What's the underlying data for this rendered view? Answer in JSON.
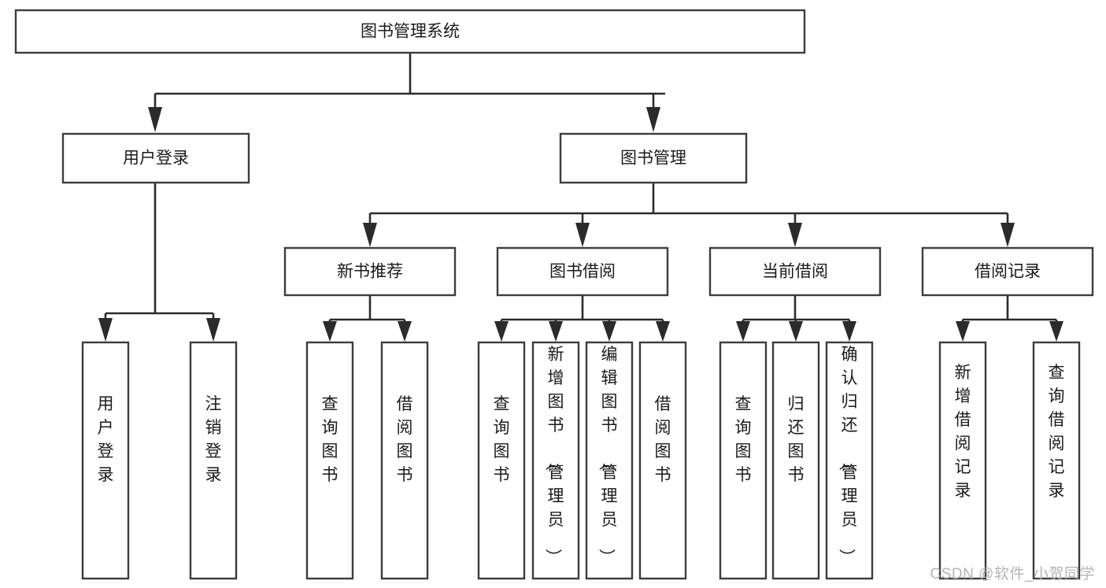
{
  "diagram": {
    "kind": "function-structure-tree",
    "root": {
      "id": "root",
      "label": "图书管理系统"
    },
    "level2": [
      {
        "id": "user-login",
        "label": "用户登录"
      },
      {
        "id": "book-management",
        "label": "图书管理"
      }
    ],
    "level3": [
      {
        "id": "new-book-recommend",
        "label": "新书推荐",
        "parent": "book-management"
      },
      {
        "id": "book-borrow",
        "label": "图书借阅",
        "parent": "book-management"
      },
      {
        "id": "current-borrow",
        "label": "当前借阅",
        "parent": "book-management"
      },
      {
        "id": "borrow-record",
        "label": "借阅记录",
        "parent": "book-management"
      }
    ],
    "leaves": {
      "user-login": [
        {
          "id": "leaf-user-login",
          "label": "用户登录"
        },
        {
          "id": "leaf-logout-login",
          "label": "注销登录"
        }
      ],
      "new-book-recommend": [
        {
          "id": "leaf-query-book-1",
          "label": "查询图书"
        },
        {
          "id": "leaf-borrow-book-1",
          "label": "借阅图书"
        }
      ],
      "book-borrow": [
        {
          "id": "leaf-query-book-2",
          "label": "查询图书"
        },
        {
          "id": "leaf-add-book",
          "label": "新增图书（管理员）"
        },
        {
          "id": "leaf-edit-book",
          "label": "编辑图书（管理员）"
        },
        {
          "id": "leaf-borrow-book-2",
          "label": "借阅图书"
        }
      ],
      "current-borrow": [
        {
          "id": "leaf-query-book-3",
          "label": "查询图书"
        },
        {
          "id": "leaf-return-book",
          "label": "归还图书"
        },
        {
          "id": "leaf-confirm-return",
          "label": "确认归还（管理员）"
        }
      ],
      "borrow-record": [
        {
          "id": "leaf-add-record",
          "label": "新增借阅记录"
        },
        {
          "id": "leaf-query-record",
          "label": "查询借阅记录"
        }
      ]
    },
    "colors": {
      "box_stroke": "#3c3c3c",
      "box_fill": "#ffffff",
      "connector": "#2b2b2b",
      "text": "#1a1a1a",
      "watermark": "#b4b4b4",
      "background": "#ffffff"
    }
  },
  "watermark": {
    "label": "CSDN @软件_小贺同学"
  }
}
